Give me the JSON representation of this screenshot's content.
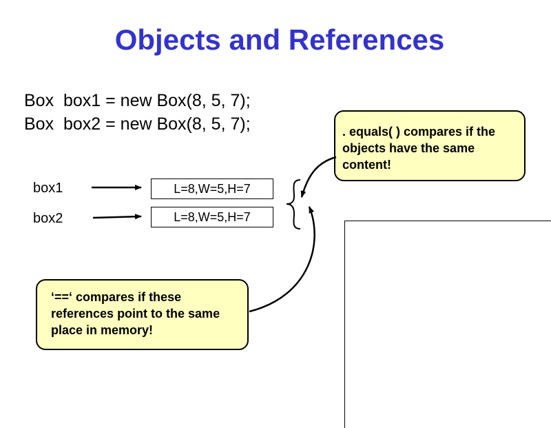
{
  "title": "Objects and References",
  "code": {
    "line1": "Box  box1 = new Box(8, 5, 7);",
    "line2": "Box  box2 = new Box(8, 5, 7);"
  },
  "references": [
    {
      "label": "box1",
      "object": "L=8,W=5,H=7"
    },
    {
      "label": "box2",
      "object": "L=8,W=5,H=7"
    }
  ],
  "notes": {
    "equals_lines": [
      ". equals( ) compares if the",
      "objects have the same",
      "content!"
    ],
    "identity_lines": [
      "‘==‘ compares if these",
      "references point to the same",
      "place in memory!"
    ],
    "fill_color": "#ffffc0"
  },
  "colors": {
    "title": "#3333cc"
  }
}
